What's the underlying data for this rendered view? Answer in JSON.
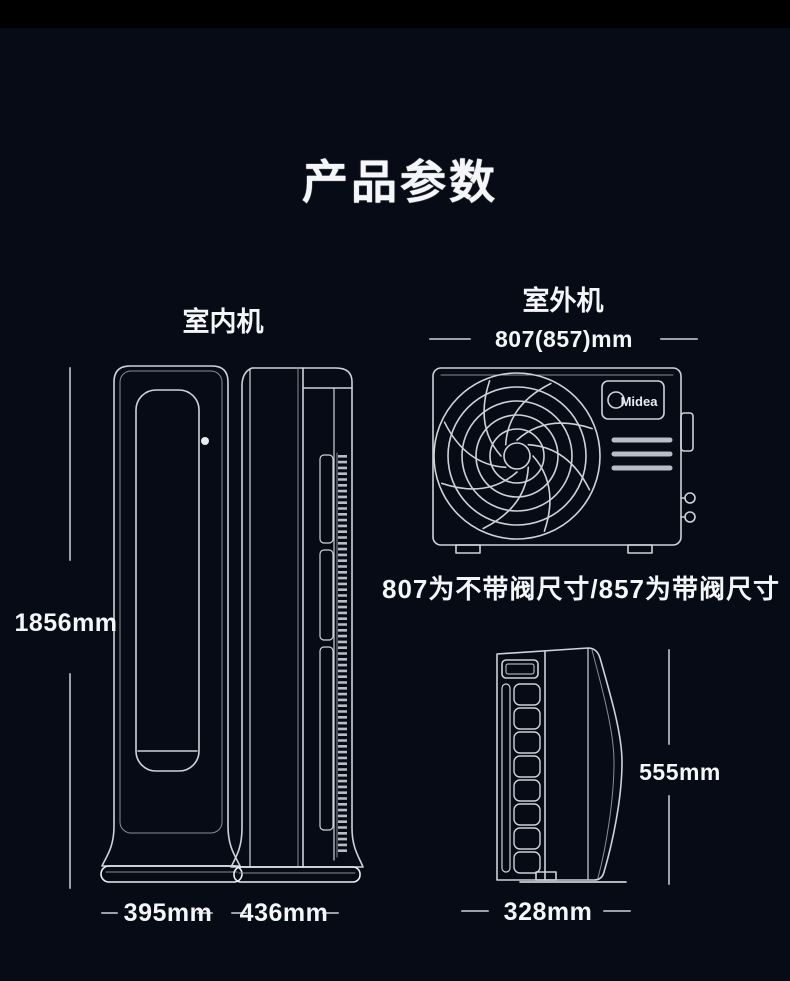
{
  "title": "产品参数",
  "indoor": {
    "label": "室内机",
    "height": "1856mm",
    "front_width": "395mm",
    "side_depth": "436mm"
  },
  "outdoor": {
    "label": "室外机",
    "width": "807(857)mm",
    "note": "807为不带阀尺寸/857为带阀尺寸",
    "brand": "Midea",
    "side_height": "555mm",
    "side_depth": "328mm"
  },
  "colors": {
    "background": "#070b15",
    "top_band": "#000000",
    "line": "#ced3da",
    "text": "#f4f6f9"
  }
}
